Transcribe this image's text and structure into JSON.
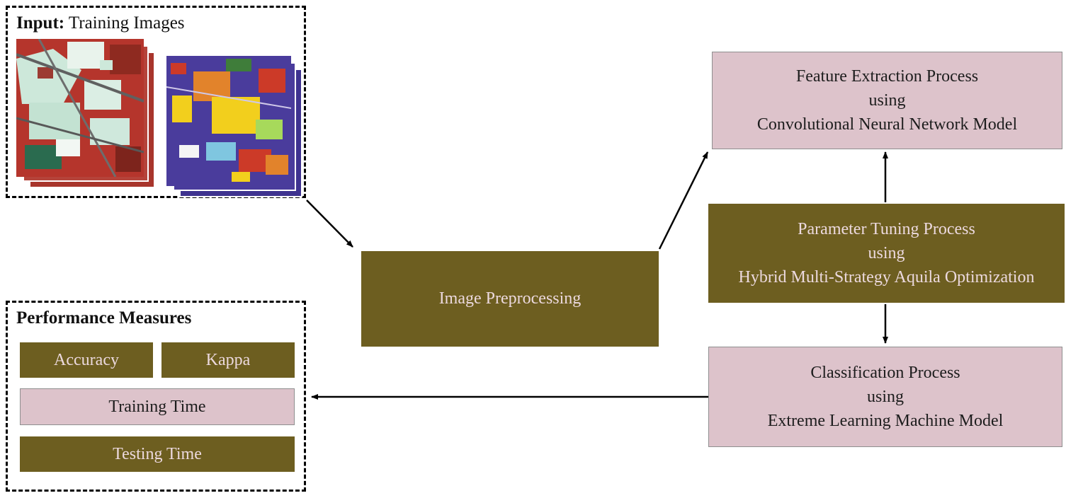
{
  "colors": {
    "olive": "#6d5e20",
    "pink": "#ddc3cb",
    "olive_text": "#ecd9de",
    "dark_text": "#1d1d1d",
    "arrow": "#000000"
  },
  "input_box": {
    "title_bold": "Input:",
    "title_rest": " Training Images",
    "images": [
      {
        "name": "false-color-satellite-image"
      },
      {
        "name": "classification-map-image"
      }
    ]
  },
  "preprocessing": {
    "label": "Image Preprocessing"
  },
  "feature_extraction": {
    "line1": "Feature Extraction Process",
    "line2": "using",
    "line3": "Convolutional Neural Network Model"
  },
  "parameter_tuning": {
    "line1": "Parameter Tuning Process",
    "line2": "using",
    "line3": "Hybrid Multi-Strategy Aquila Optimization"
  },
  "classification": {
    "line1": "Classification Process",
    "line2": "using",
    "line3": "Extreme Learning Machine Model"
  },
  "performance": {
    "title": "Performance Measures",
    "measures": [
      {
        "label": "Accuracy"
      },
      {
        "label": "Kappa"
      },
      {
        "label": "Training Time"
      },
      {
        "label": "Testing Time"
      }
    ]
  }
}
